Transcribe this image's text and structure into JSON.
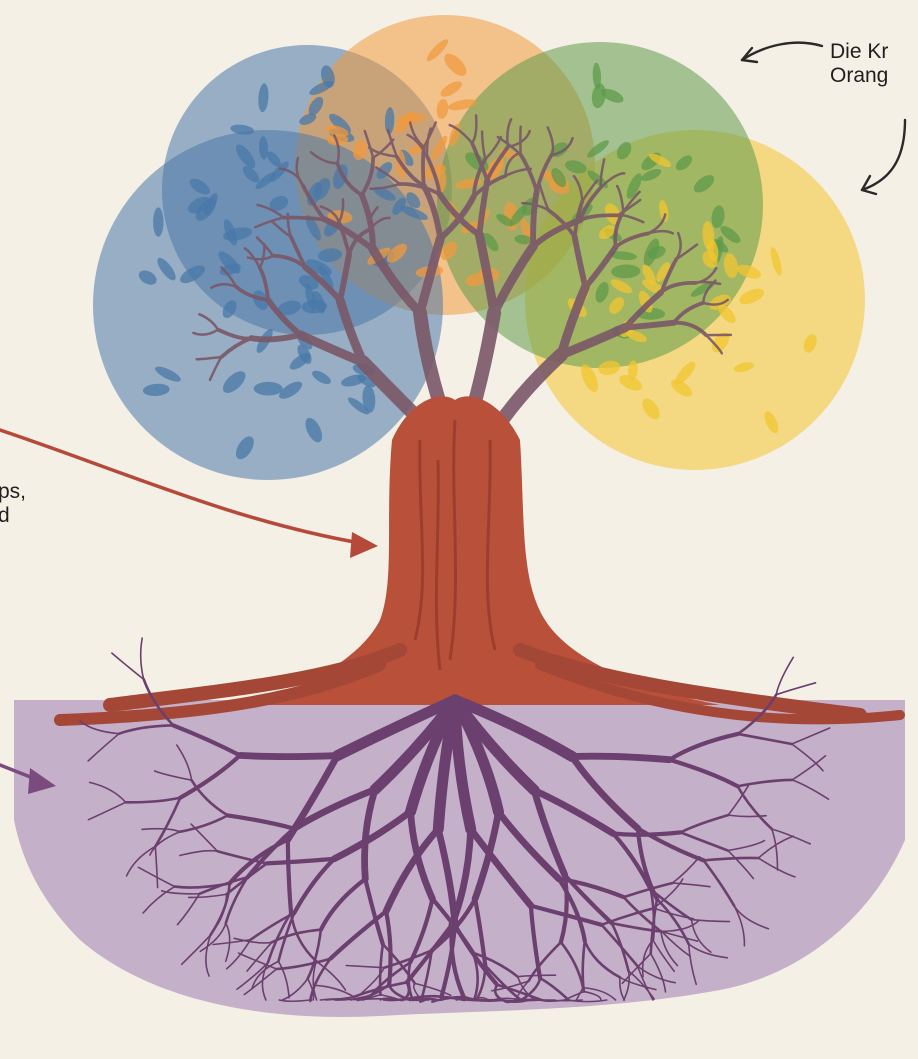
{
  "annotations": {
    "top_right": {
      "line1": "Die Kr",
      "line2": "Orang"
    },
    "left_mid": {
      "line1": "ps,",
      "line2": "d"
    }
  },
  "colors": {
    "background": "#f5f0e6",
    "blue": "#4a78a8",
    "orange": "#f09a3e",
    "green": "#5e9a4a",
    "yellow": "#f2c630",
    "trunk": "#b8503a",
    "roots": "#6b3f6e",
    "soil": "#b79ec0"
  },
  "icons": [
    "curved-arrow-icon",
    "arrow-icon"
  ]
}
